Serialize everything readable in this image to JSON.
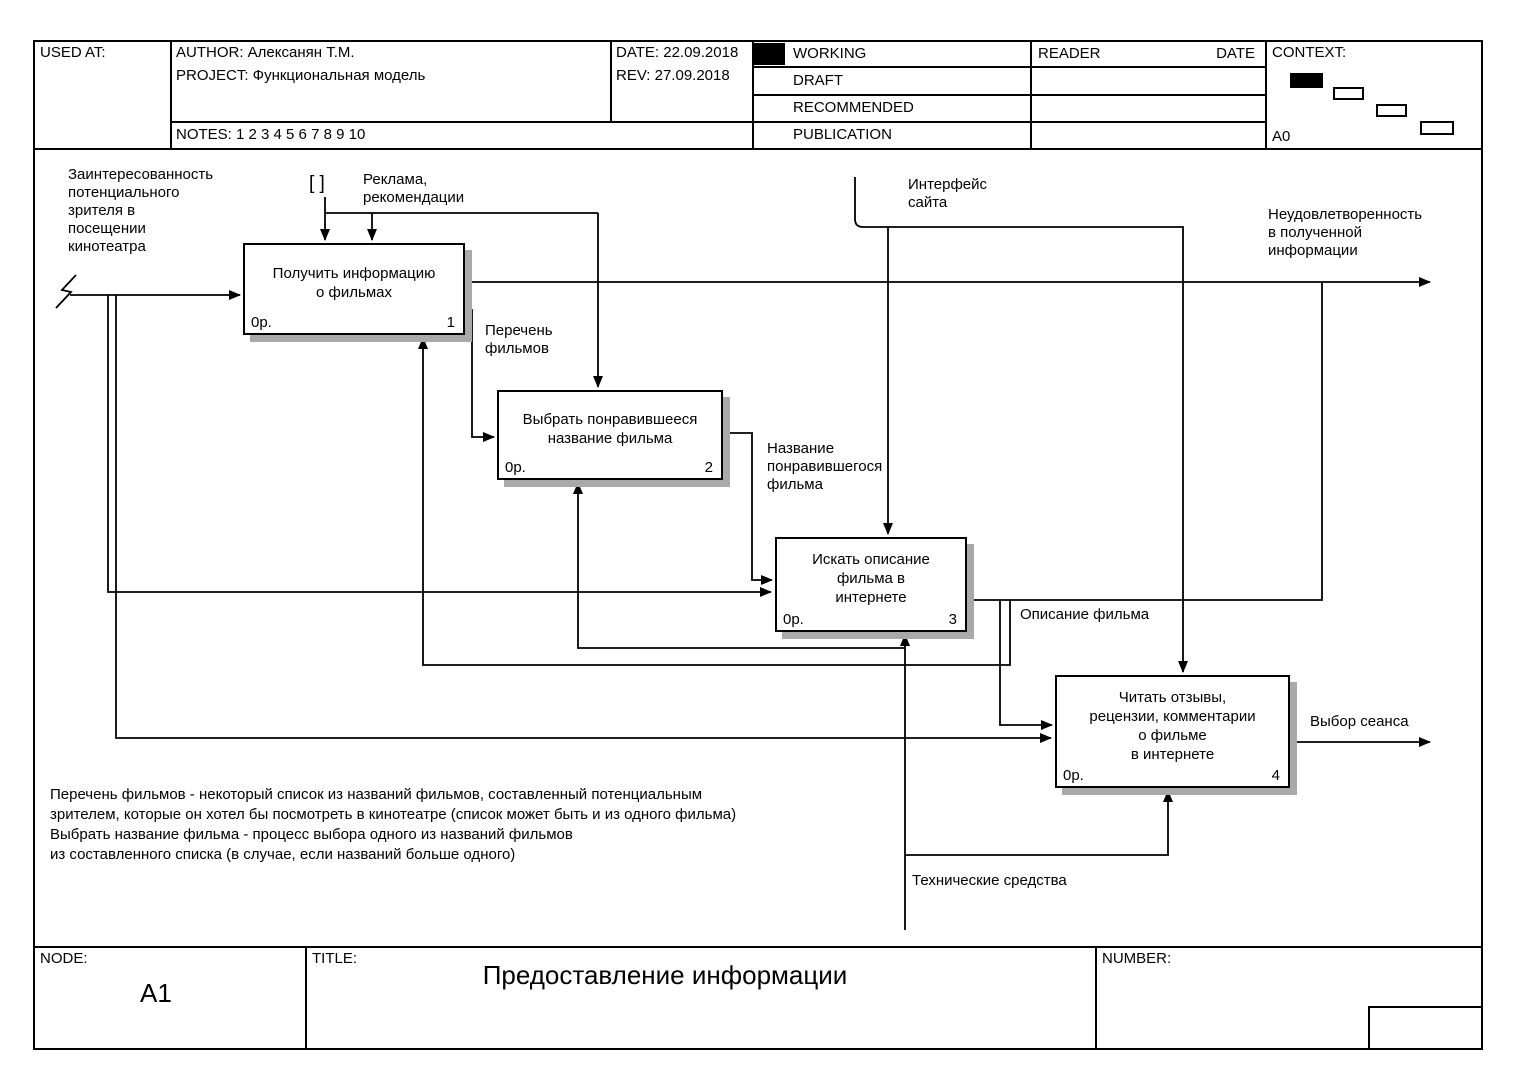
{
  "header": {
    "used_at": "USED AT:",
    "author": "AUTHOR: Алексанян Т.М.",
    "project": "PROJECT: Функциональная модель",
    "notes": "NOTES: 1 2 3 4 5 6 7 8 9 10",
    "date": "DATE: 22.09.2018",
    "rev": "REV: 27.09.2018",
    "status_rows": [
      "WORKING",
      "DRAFT",
      "RECOMMENDED",
      "PUBLICATION"
    ],
    "reader_label": "READER",
    "date_label": "DATE",
    "context_label": "CONTEXT:",
    "context_node": "A0"
  },
  "diagram": {
    "boxes": [
      {
        "label": "Получить информацию\nо фильмах",
        "cost": "0р.",
        "num": "1"
      },
      {
        "label": "Выбрать понравившееся\nназвание фильма",
        "cost": "0р.",
        "num": "2"
      },
      {
        "label": "Искать описание\nфильма в\nинтернете",
        "cost": "0р.",
        "num": "3"
      },
      {
        "label": "Читать отзывы,\nрецензии, комментарии\nо фильме\nв интернете",
        "cost": "0р.",
        "num": "4"
      }
    ],
    "labels": {
      "input": "Заинтересованность\nпотенциального\nзрителя в\nпосещении\nкинотеатра",
      "tunnel": "[ ]",
      "advert": "Реклама,\nрекомендации",
      "site_interface": "Интерфейс\nсайта",
      "dissatisfaction": "Неудовлетворенность\nв полученной\nинформации",
      "film_list": "Перечень\nфильмов",
      "film_title": "Название\nпонравившегося\nфильма",
      "film_description": "Описание фильма",
      "session_choice": "Выбор сеанса",
      "technical_means": "Технические средства",
      "note": "Перечень фильмов - некоторый список из названий фильмов, составленный потенциальным\nзрителем, которые он хотел бы посмотреть в кинотеатре (список может быть и из одного фильма)\nВыбрать название фильма - процесс выбора одного из названий фильмов\nиз составленного списка (в случае, если названий больше одного)"
    }
  },
  "footer": {
    "node_label": "NODE:",
    "node_value": "A1",
    "title_label": "TITLE:",
    "title_value": "Предоставление информации",
    "number_label": "NUMBER:"
  },
  "colors": {
    "ink": "#000000",
    "box_shadow": "#a9a9a9",
    "background": "#ffffff"
  }
}
